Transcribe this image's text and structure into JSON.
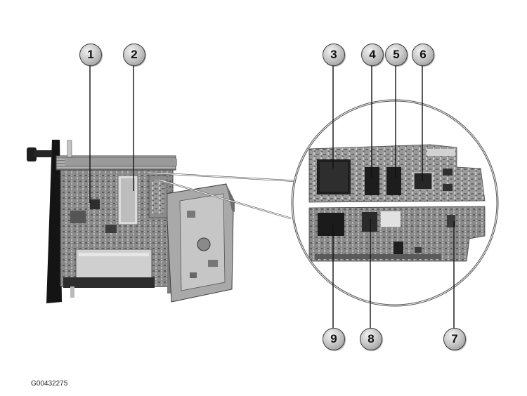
{
  "figure": {
    "reference_code": "G00432275",
    "callouts": [
      "1",
      "2",
      "3",
      "4",
      "5",
      "6",
      "7",
      "8",
      "9"
    ]
  }
}
